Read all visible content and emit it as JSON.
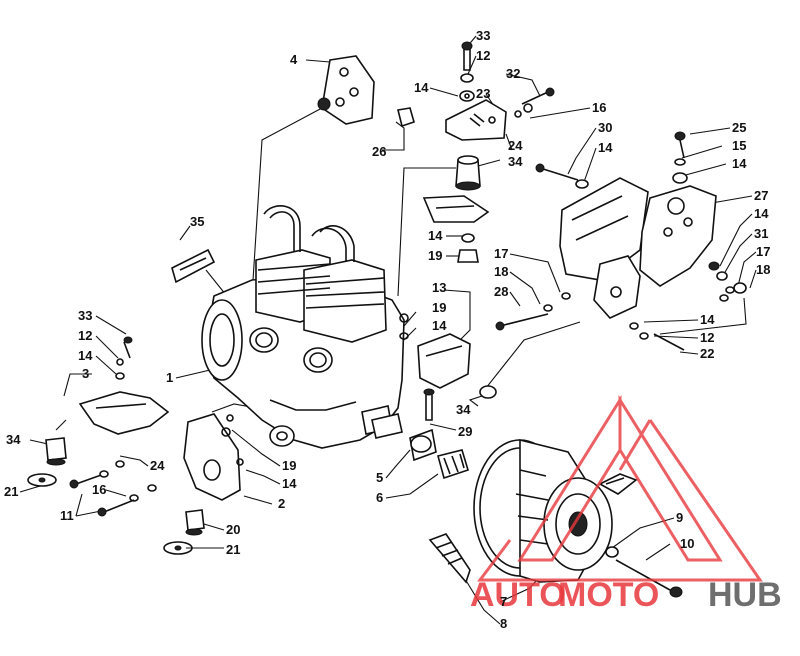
{
  "callouts": [
    {
      "id": "c33a",
      "label": "33"
    },
    {
      "id": "c12a",
      "label": "12"
    },
    {
      "id": "c32",
      "label": "32"
    },
    {
      "id": "c14a",
      "label": "14"
    },
    {
      "id": "c23",
      "label": "23"
    },
    {
      "id": "c16a",
      "label": "16"
    },
    {
      "id": "c4",
      "label": "4"
    },
    {
      "id": "c26",
      "label": "26"
    },
    {
      "id": "c24a",
      "label": "24"
    },
    {
      "id": "c34a",
      "label": "34"
    },
    {
      "id": "c30",
      "label": "30"
    },
    {
      "id": "c14b",
      "label": "14"
    },
    {
      "id": "c25",
      "label": "25"
    },
    {
      "id": "c15",
      "label": "15"
    },
    {
      "id": "c14c",
      "label": "14"
    },
    {
      "id": "c35",
      "label": "35"
    },
    {
      "id": "c27",
      "label": "27"
    },
    {
      "id": "c14d",
      "label": "14"
    },
    {
      "id": "c31",
      "label": "31"
    },
    {
      "id": "c14e",
      "label": "14"
    },
    {
      "id": "c19a",
      "label": "19"
    },
    {
      "id": "c17a",
      "label": "17"
    },
    {
      "id": "c18a",
      "label": "18"
    },
    {
      "id": "c17b",
      "label": "17"
    },
    {
      "id": "c18b",
      "label": "18"
    },
    {
      "id": "c28",
      "label": "28"
    },
    {
      "id": "c13",
      "label": "13"
    },
    {
      "id": "c19b",
      "label": "19"
    },
    {
      "id": "c14f",
      "label": "14"
    },
    {
      "id": "c33b",
      "label": "33"
    },
    {
      "id": "c12b",
      "label": "12"
    },
    {
      "id": "c14g",
      "label": "14"
    },
    {
      "id": "c12c",
      "label": "12"
    },
    {
      "id": "c22",
      "label": "22"
    },
    {
      "id": "c14h",
      "label": "14"
    },
    {
      "id": "c1",
      "label": "1"
    },
    {
      "id": "c3",
      "label": "3"
    },
    {
      "id": "c34b",
      "label": "34"
    },
    {
      "id": "c29",
      "label": "29"
    },
    {
      "id": "c34c",
      "label": "34"
    },
    {
      "id": "c24b",
      "label": "24"
    },
    {
      "id": "c19c",
      "label": "19"
    },
    {
      "id": "c5",
      "label": "5"
    },
    {
      "id": "c14i",
      "label": "14"
    },
    {
      "id": "c16b",
      "label": "16"
    },
    {
      "id": "c21a",
      "label": "21"
    },
    {
      "id": "c2",
      "label": "2"
    },
    {
      "id": "c6",
      "label": "6"
    },
    {
      "id": "c11",
      "label": "11"
    },
    {
      "id": "c9",
      "label": "9"
    },
    {
      "id": "c20",
      "label": "20"
    },
    {
      "id": "c10",
      "label": "10"
    },
    {
      "id": "c21b",
      "label": "21"
    },
    {
      "id": "c7",
      "label": "7"
    },
    {
      "id": "c8",
      "label": "8"
    }
  ],
  "watermark": {
    "word_auto": "AUTO",
    "word_moto": "MOTO",
    "word_hub": "HUB",
    "color_red": "#e8383d",
    "color_gray": "#555555"
  }
}
